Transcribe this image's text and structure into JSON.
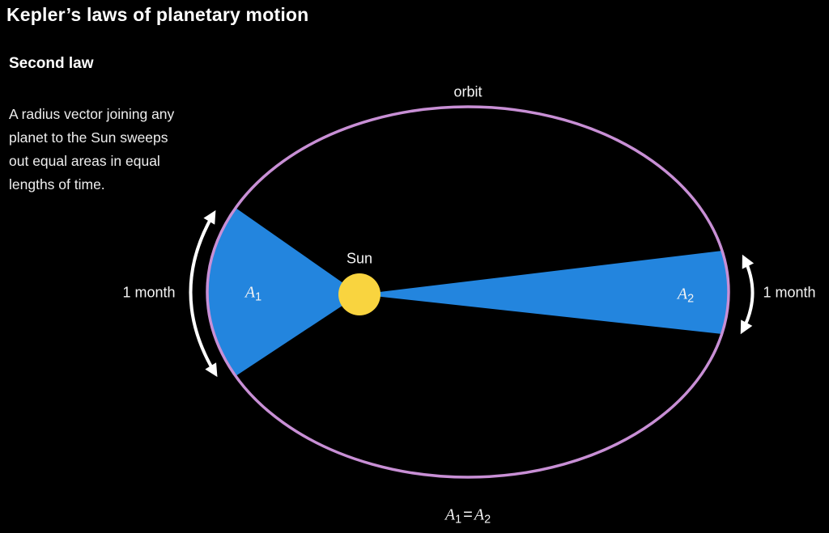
{
  "header": {
    "title": "Kepler’s laws of planetary motion",
    "subtitle": "Second law",
    "description_lines": [
      "A radius vector joining any",
      "planet to the Sun sweeps",
      "out equal areas in equal",
      "lengths of time."
    ]
  },
  "diagram": {
    "orbit_label": "orbit",
    "sun_label": "Sun",
    "area1": {
      "base": "A",
      "sub": "1"
    },
    "area2": {
      "base": "A",
      "sub": "2"
    },
    "left_sweep_duration": "1 month",
    "right_sweep_duration": "1 month",
    "equation": {
      "lhs_base": "A",
      "lhs_sub": "1",
      "operator": "=",
      "rhs_base": "A",
      "rhs_sub": "2"
    },
    "colors": {
      "background": "#000000",
      "text": "#f2f2f2",
      "orbit_stroke": "#c88fd5",
      "swept_area_fill": "#2385de",
      "sun_fill": "#f9d43f",
      "arrow": "#ffffff"
    }
  }
}
